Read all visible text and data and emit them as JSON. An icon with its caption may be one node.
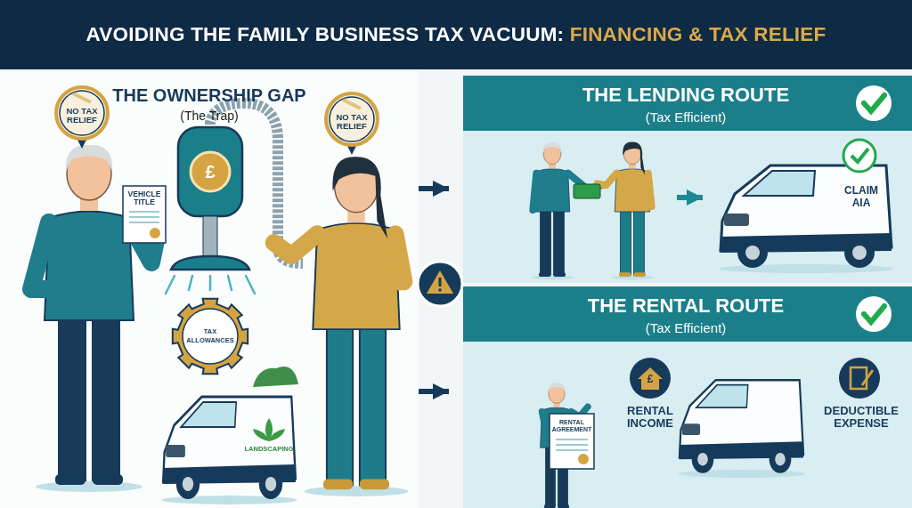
{
  "diagram": {
    "title": "AVOIDING THE FAMILY BUSINESS TAX VACUUM: FINANCING & TAX RELIEF",
    "nodes": [
      {
        "text": [
          "THE OWNERSHIP GAP",
          "(The Trap)"
        ]
      },
      {
        "text": [
          "NO TAX RELIEF"
        ],
        "in": 0
      },
      {
        "text": [
          "VEHICLE TITLE"
        ],
        "in": 0
      },
      {
        "text": [
          "TAX ALLOWANCES"
        ],
        "in": 0
      },
      {
        "text": [
          "NO TAX RELIEF"
        ],
        "in": 0
      },
      {
        "text": [
          "LANDSCAPING"
        ],
        "in": 0
      },
      {
        "text": [
          "THE LENDING ROUTE",
          "(Tax Efficient)"
        ]
      },
      {
        "text": [],
        "shape": "picture",
        "in": 6
      },
      {
        "text": [
          "CLAIM AIA"
        ],
        "in": 6
      },
      {
        "text": [
          "THE RENTAL ROUTE",
          "(Tax Efficient)"
        ]
      },
      {
        "text": [
          "RENTAL AGREEMENT"
        ],
        "in": 9
      }
    ],
    "edges": [
      {
        "from": 0,
        "to": 6,
        "arrow": "to"
      },
      {
        "from": 0,
        "to": 9,
        "arrow": "to"
      },
      {
        "from": 7,
        "to": 8,
        "arrow": "to",
        "color": "#1b8a94"
      }
    ],
    "labels": [
      "£",
      "£",
      "RENTAL INCOME",
      "DEDUCTIBLE EXPENSE"
    ]
  }
}
